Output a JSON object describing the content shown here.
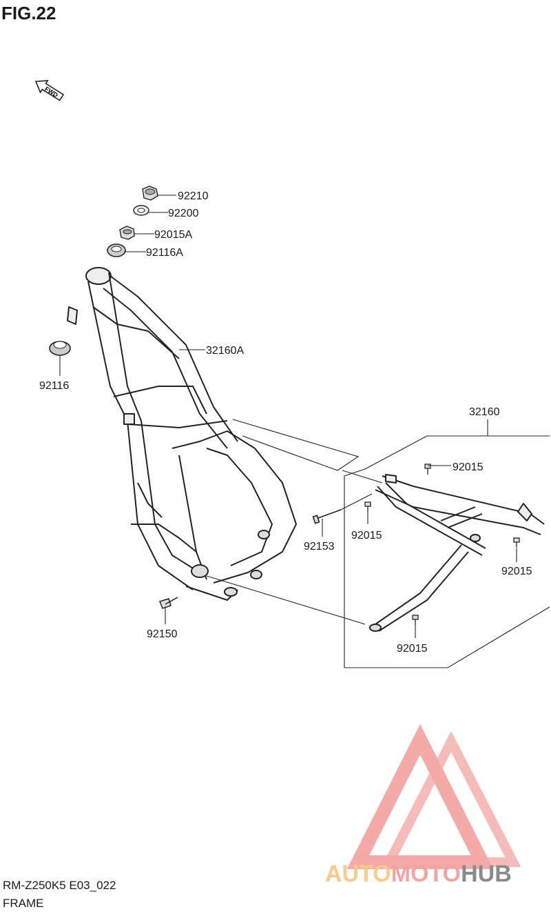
{
  "figure": {
    "title": "FIG.22"
  },
  "direction_marker": {
    "label": "FWD",
    "icon": "fwd-arrow-icon"
  },
  "callouts": {
    "p92210": "92210",
    "p92200": "92200",
    "p92015A": "92015A",
    "p92116A": "92116A",
    "p32160A": "32160A",
    "p92116": "92116",
    "p32160": "32160",
    "p92015_top": "92015",
    "p92153": "92153",
    "p92015_mid": "92015",
    "p92015_right": "92015",
    "p92015_bottom": "92015",
    "p92150": "92150"
  },
  "watermark": {
    "auto": "AUTO",
    "moto": "MOTO",
    "hub": "HUB",
    "colors": {
      "auto": "#fbc98a",
      "moto": "#f4a3a3",
      "hub": "#8a8a8a",
      "logo": "#f3a19d"
    }
  },
  "footer": {
    "model_code": "RM-Z250K5 E03_022",
    "section": "FRAME"
  }
}
